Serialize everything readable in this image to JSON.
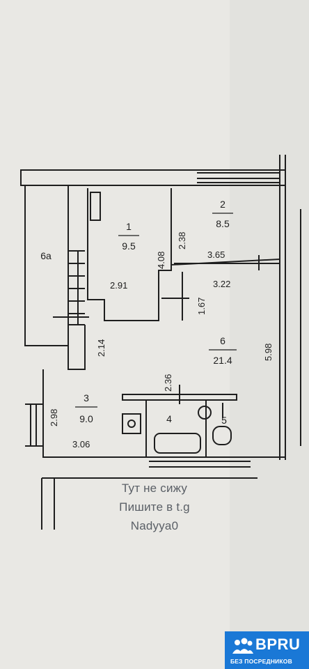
{
  "rooms": [
    {
      "id": "1",
      "area": "9.5"
    },
    {
      "id": "2",
      "area": "8.5"
    },
    {
      "id": "3",
      "area": "9.0"
    },
    {
      "id": "4"
    },
    {
      "id": "5"
    },
    {
      "id": "6",
      "area": "21.4"
    },
    {
      "id": "6а"
    }
  ],
  "dimensions": [
    "2.38",
    "3.65",
    "4.08",
    "2.91",
    "3.22",
    "1.67",
    "2.14",
    "5.98",
    "2.36",
    "2.98",
    "3.06"
  ],
  "overlay_text": [
    "Тут не сижу",
    "Пишите в t.g",
    "Nadyya0"
  ],
  "watermark": {
    "brand": "BPRU",
    "tagline": "БЕЗ ПОСРЕДНИКОВ"
  },
  "colors": {
    "paper": "#e9e8e4",
    "ink": "#1e1e1e",
    "overlay": "#5a5f66",
    "badge": "#1a78d6"
  }
}
